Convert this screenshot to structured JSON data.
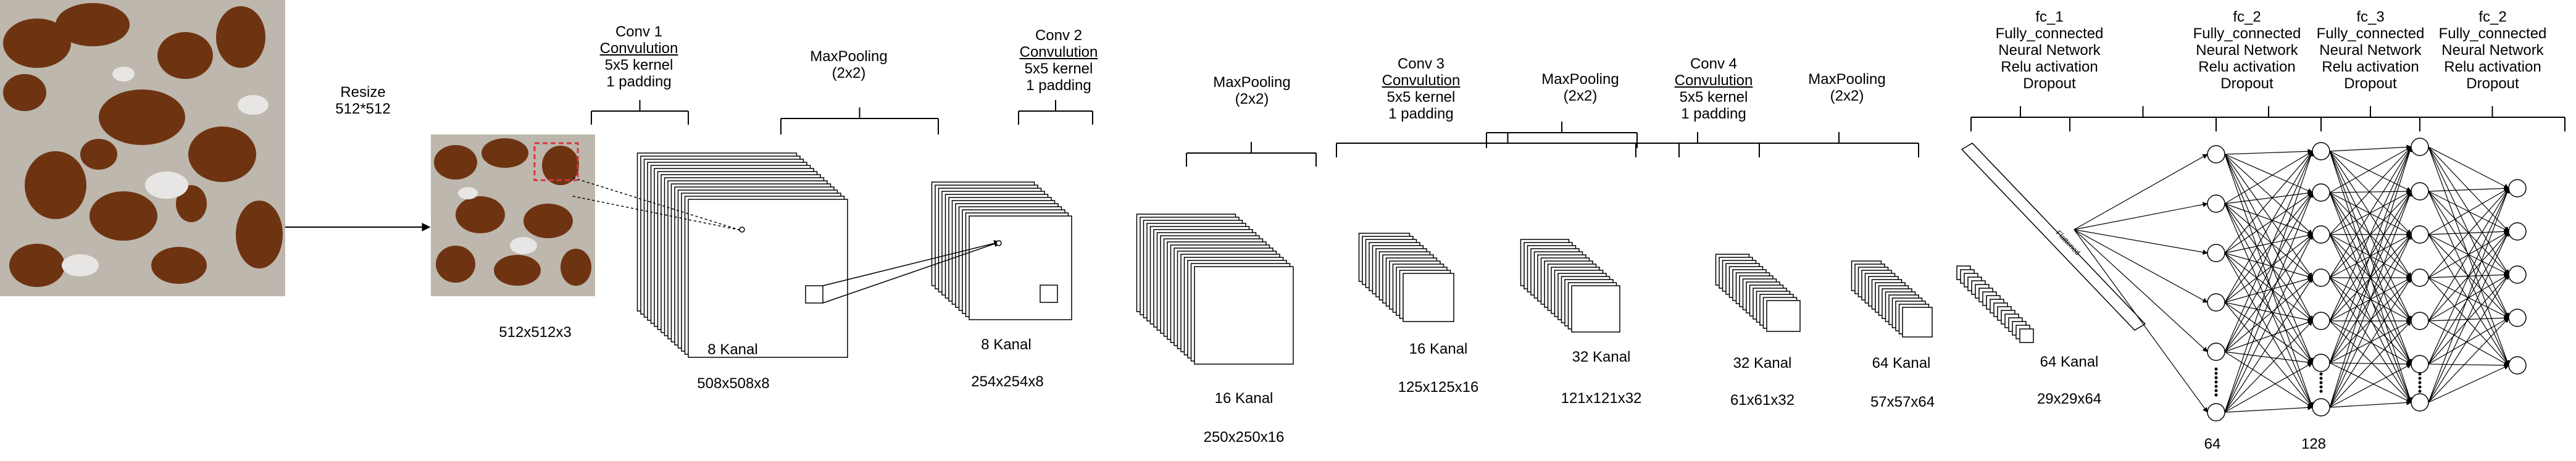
{
  "resize_label": [
    "Resize",
    "512*512"
  ],
  "input_dim": "512x512x3",
  "layers": [
    {
      "id": "conv1",
      "lines": [
        "Conv 1",
        "Convulution",
        "5x5 kernel",
        "1 padding"
      ],
      "underline": 1
    },
    {
      "id": "pool1",
      "lines": [
        "MaxPooling",
        "(2x2)"
      ]
    },
    {
      "id": "conv2",
      "lines": [
        "Conv 2",
        "Convulution",
        "5x5 kernel",
        "1 padding"
      ],
      "underline": 1
    },
    {
      "id": "pool2",
      "lines": [
        "MaxPooling",
        "(2x2)"
      ]
    },
    {
      "id": "conv3",
      "lines": [
        "Conv 3",
        "Convulution",
        "5x5 kernel",
        "1 padding"
      ],
      "underline": 1
    },
    {
      "id": "pool3",
      "lines": [
        "MaxPooling",
        "(2x2)"
      ]
    },
    {
      "id": "conv4",
      "lines": [
        "Conv 4",
        "Convulution",
        "5x5 kernel",
        "1 padding"
      ],
      "underline": 1
    },
    {
      "id": "pool4",
      "lines": [
        "MaxPooling",
        "(2x2)"
      ]
    },
    {
      "id": "fc1",
      "lines": [
        "fc_1",
        "Fully_connected",
        "Neural Network",
        "Relu activation",
        "Dropout"
      ]
    },
    {
      "id": "fc2a",
      "lines": [
        "fc_2",
        "Fully_connected",
        "Neural Network",
        "Relu activation",
        "Dropout"
      ]
    },
    {
      "id": "fc3",
      "lines": [
        "fc_3",
        "Fully_connected",
        "Neural Network",
        "Relu activation",
        "Dropout"
      ]
    },
    {
      "id": "fc2b",
      "lines": [
        "fc_2",
        "Fully_connected",
        "Neural Network",
        "Relu activation",
        "Dropout"
      ]
    }
  ],
  "feature_maps": [
    {
      "kanal": "8 Kanal",
      "dim": "508x508x8"
    },
    {
      "kanal": "8 Kanal",
      "dim": "254x254x8"
    },
    {
      "kanal": "16 Kanal",
      "dim": "250x250x16"
    },
    {
      "kanal": "16 Kanal",
      "dim": "125x125x16"
    },
    {
      "kanal": "32 Kanal",
      "dim": "121x121x32"
    },
    {
      "kanal": "32 Kanal",
      "dim": "61x61x32"
    },
    {
      "kanal": "64 Kanal",
      "dim": "57x57x64"
    },
    {
      "kanal": "64 Kanal",
      "dim": "29x29x64"
    }
  ],
  "flatten_label": "Flattened",
  "neuron_counts": [
    "64",
    "128"
  ],
  "colors": {
    "tissue_bg": "#b9b3a8",
    "tissue_dark": "#6e3411",
    "line": "#000000",
    "roi": "#e0303a"
  }
}
